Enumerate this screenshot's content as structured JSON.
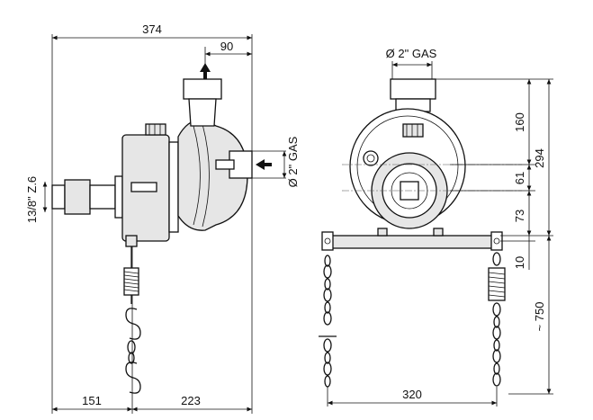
{
  "dimensions": {
    "overall_width": "374",
    "outlet_offset": "90",
    "left_length": "151",
    "right_length": "223",
    "thread": "13/8\" Z.6",
    "side_inlet": "Ø 2\" GAS",
    "top_outlet": "Ø 2\" GAS",
    "h_160": "160",
    "h_294": "294",
    "h_61": "61",
    "h_73": "73",
    "h_10": "10",
    "h_750": "~ 750",
    "base_width": "320"
  },
  "icons": {
    "flow_arrow_up": "arrow-up-icon",
    "flow_arrow_left": "arrow-left-icon"
  }
}
